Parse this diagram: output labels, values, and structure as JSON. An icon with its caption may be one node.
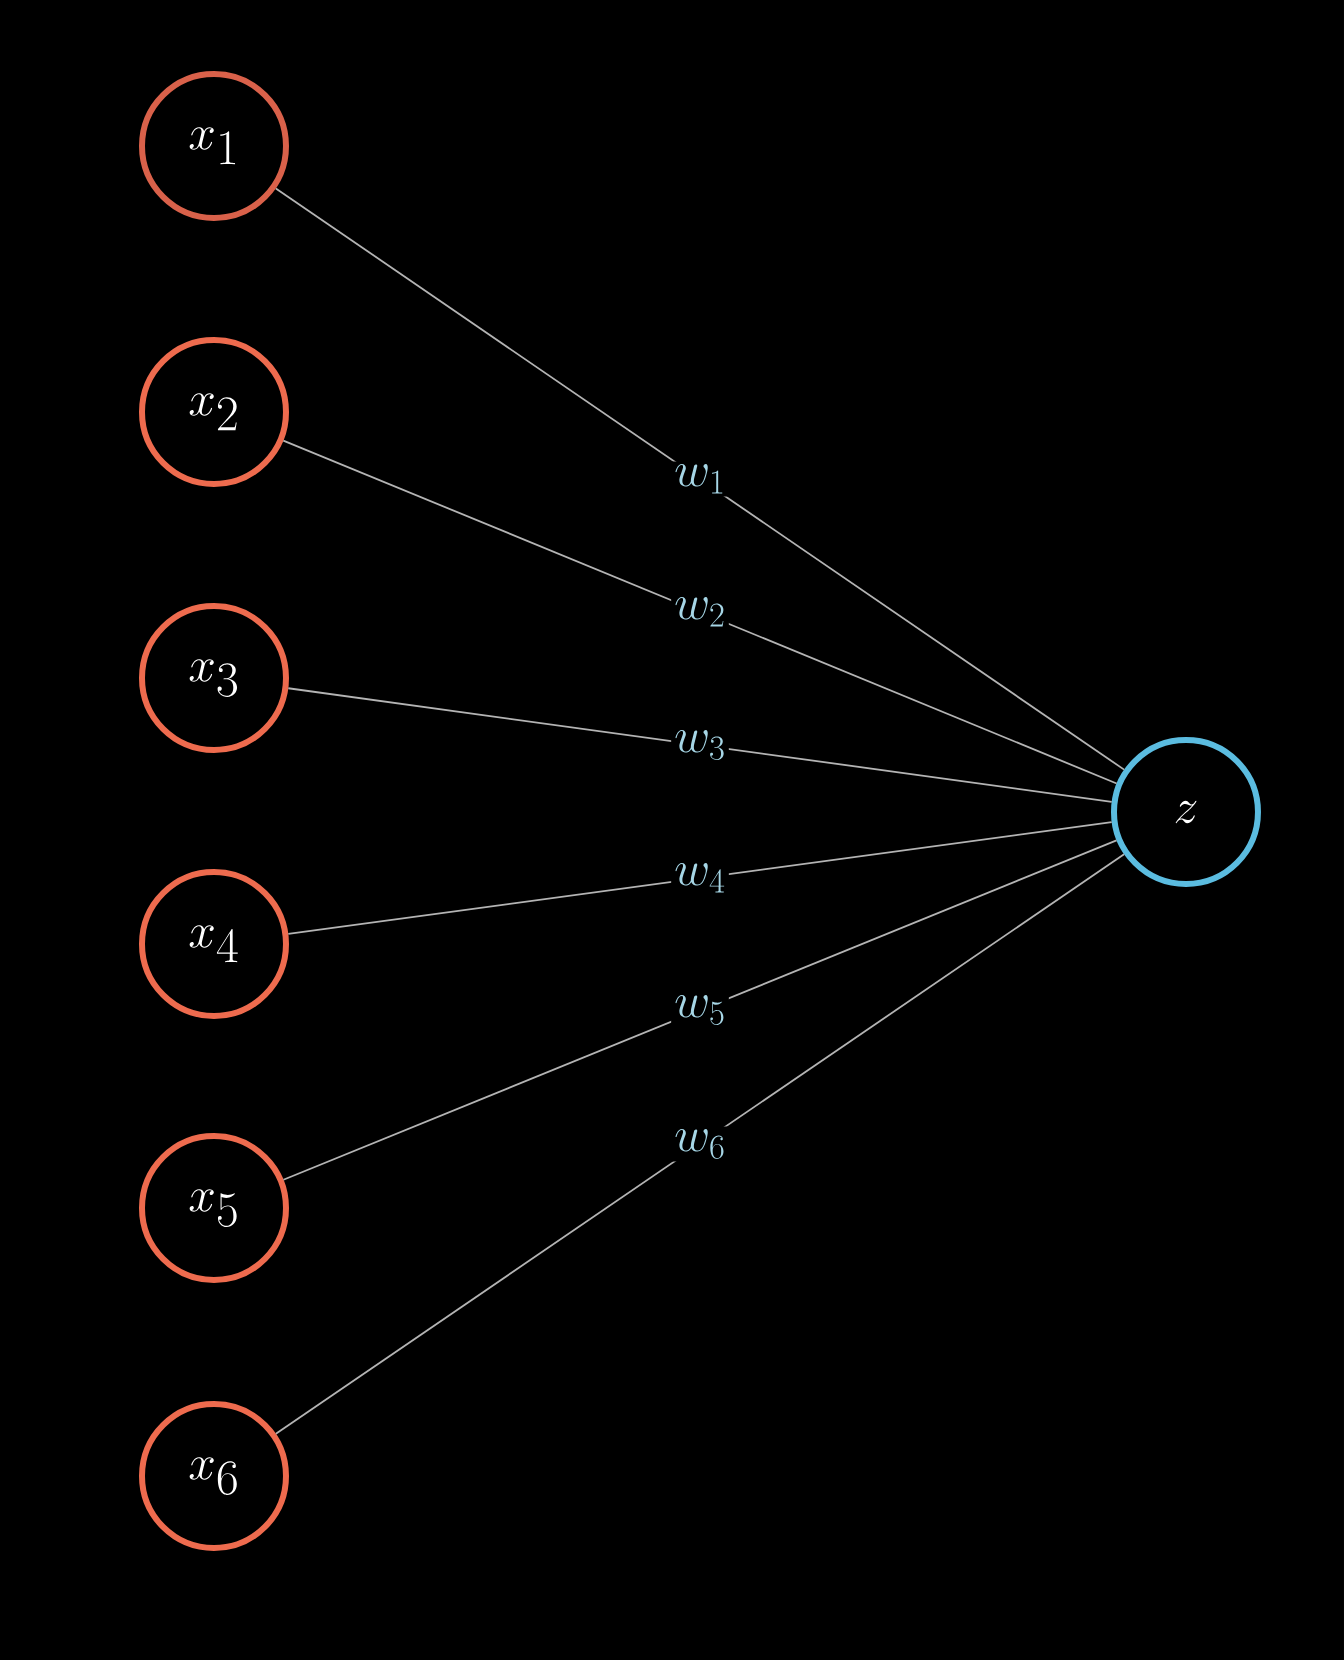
{
  "diagram": {
    "nodes": [
      {
        "text": [
          "x_1"
        ]
      },
      {
        "text": [
          "x_2"
        ]
      },
      {
        "text": [
          "x_3"
        ]
      },
      {
        "text": [
          "x_4"
        ]
      },
      {
        "text": [
          "x_5"
        ]
      },
      {
        "text": [
          "x_6"
        ]
      },
      {
        "text": [
          "z"
        ]
      }
    ],
    "edges": [
      {
        "from": 0,
        "to": 6,
        "arrow": "none",
        "label": "w_1"
      },
      {
        "from": 1,
        "to": 6,
        "arrow": "none",
        "label": "w_2"
      },
      {
        "from": 2,
        "to": 6,
        "arrow": "none",
        "label": "w_3"
      },
      {
        "from": 3,
        "to": 6,
        "arrow": "none",
        "label": "w_4"
      },
      {
        "from": 4,
        "to": 6,
        "arrow": "none",
        "label": "w_5"
      },
      {
        "from": 5,
        "to": 6,
        "arrow": "none",
        "label": "w_6"
      }
    ]
  }
}
